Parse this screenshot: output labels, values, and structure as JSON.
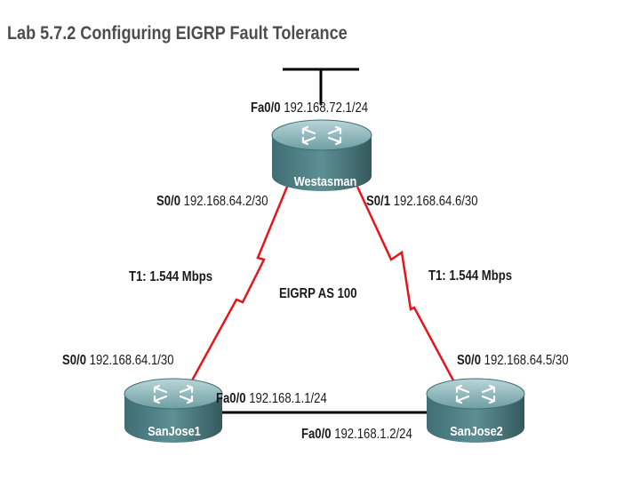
{
  "title": "Lab 5.7.2 Configuring EIGRP Fault Tolerance",
  "colors": {
    "serial_link": "#e8141b",
    "ethernet_link": "#000000",
    "router_body": "#5f8f94",
    "title": "#4d4d4d"
  },
  "routers": {
    "westasman": {
      "name": "Westasman",
      "icon": "router-icon"
    },
    "sanjose1": {
      "name": "SanJose1",
      "icon": "router-icon"
    },
    "sanjose2": {
      "name": "SanJose2",
      "icon": "router-icon"
    }
  },
  "interfaces": {
    "w_fa": {
      "if": "Fa0/0",
      "ip": "192.168.72.1/24"
    },
    "w_s0": {
      "if": "S0/0",
      "ip": "192.168.64.2/30"
    },
    "w_s1": {
      "if": "S0/1",
      "ip": "192.168.64.6/30"
    },
    "sj1_s0": {
      "if": "S0/0",
      "ip": "192.168.64.1/30"
    },
    "sj1_fa": {
      "if": "Fa0/0",
      "ip": "192.168.1.1/24"
    },
    "sj2_s0": {
      "if": "S0/0",
      "ip": "192.168.64.5/30"
    },
    "sj2_fa": {
      "if": "Fa0/0",
      "ip": "192.168.1.2/24"
    }
  },
  "links": {
    "left_speed": "T1: 1.544 Mbps",
    "right_speed": "T1: 1.544 Mbps"
  },
  "as_label": "EIGRP AS 100"
}
